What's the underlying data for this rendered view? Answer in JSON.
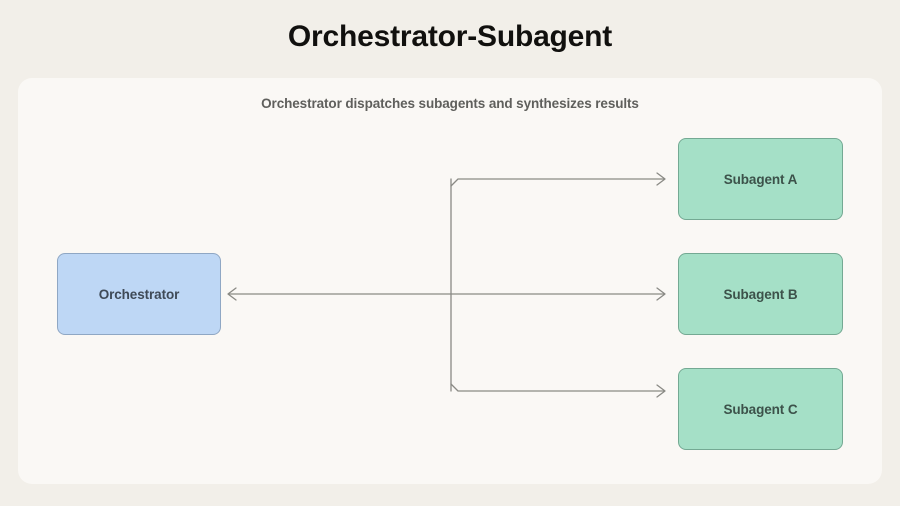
{
  "header": {
    "title": "Orchestrator-Subagent"
  },
  "diagram": {
    "subtitle": "Orchestrator dispatches subagents and synthesizes results",
    "type": "flow-diagram",
    "nodes": [
      {
        "id": "orchestrator",
        "label": "Orchestrator",
        "shape": "rounded-rect",
        "fill": "#bed7f5",
        "stroke": "#8fa7c4",
        "text_color": "#3f4a57"
      },
      {
        "id": "subagent-a",
        "label": "Subagent A",
        "shape": "rounded-rect",
        "fill": "#a5e0c7",
        "stroke": "#74a993",
        "text_color": "#3c524a"
      },
      {
        "id": "subagent-b",
        "label": "Subagent B",
        "shape": "rounded-rect",
        "fill": "#a5e0c7",
        "stroke": "#74a993",
        "text_color": "#3c524a"
      },
      {
        "id": "subagent-c",
        "label": "Subagent C",
        "shape": "rounded-rect",
        "fill": "#a5e0c7",
        "stroke": "#74a993",
        "text_color": "#3c524a"
      }
    ],
    "edges": [
      {
        "id": "dispatch-a",
        "from": "orchestrator",
        "to": "subagent-a",
        "style": "elbow",
        "direction": "forward"
      },
      {
        "id": "dispatch-b",
        "from": "orchestrator",
        "to": "subagent-b",
        "style": "straight",
        "direction": "forward"
      },
      {
        "id": "dispatch-c",
        "from": "orchestrator",
        "to": "subagent-c",
        "style": "elbow",
        "direction": "forward"
      },
      {
        "id": "results-return",
        "from": "subagents",
        "to": "orchestrator",
        "style": "straight",
        "direction": "backward"
      }
    ],
    "edge_color": "#8a8a85"
  },
  "colors": {
    "page_background": "#f2efe9",
    "card_background": "#faf8f5",
    "title_color": "#11100e",
    "subtitle_color": "#5f5f5c"
  }
}
